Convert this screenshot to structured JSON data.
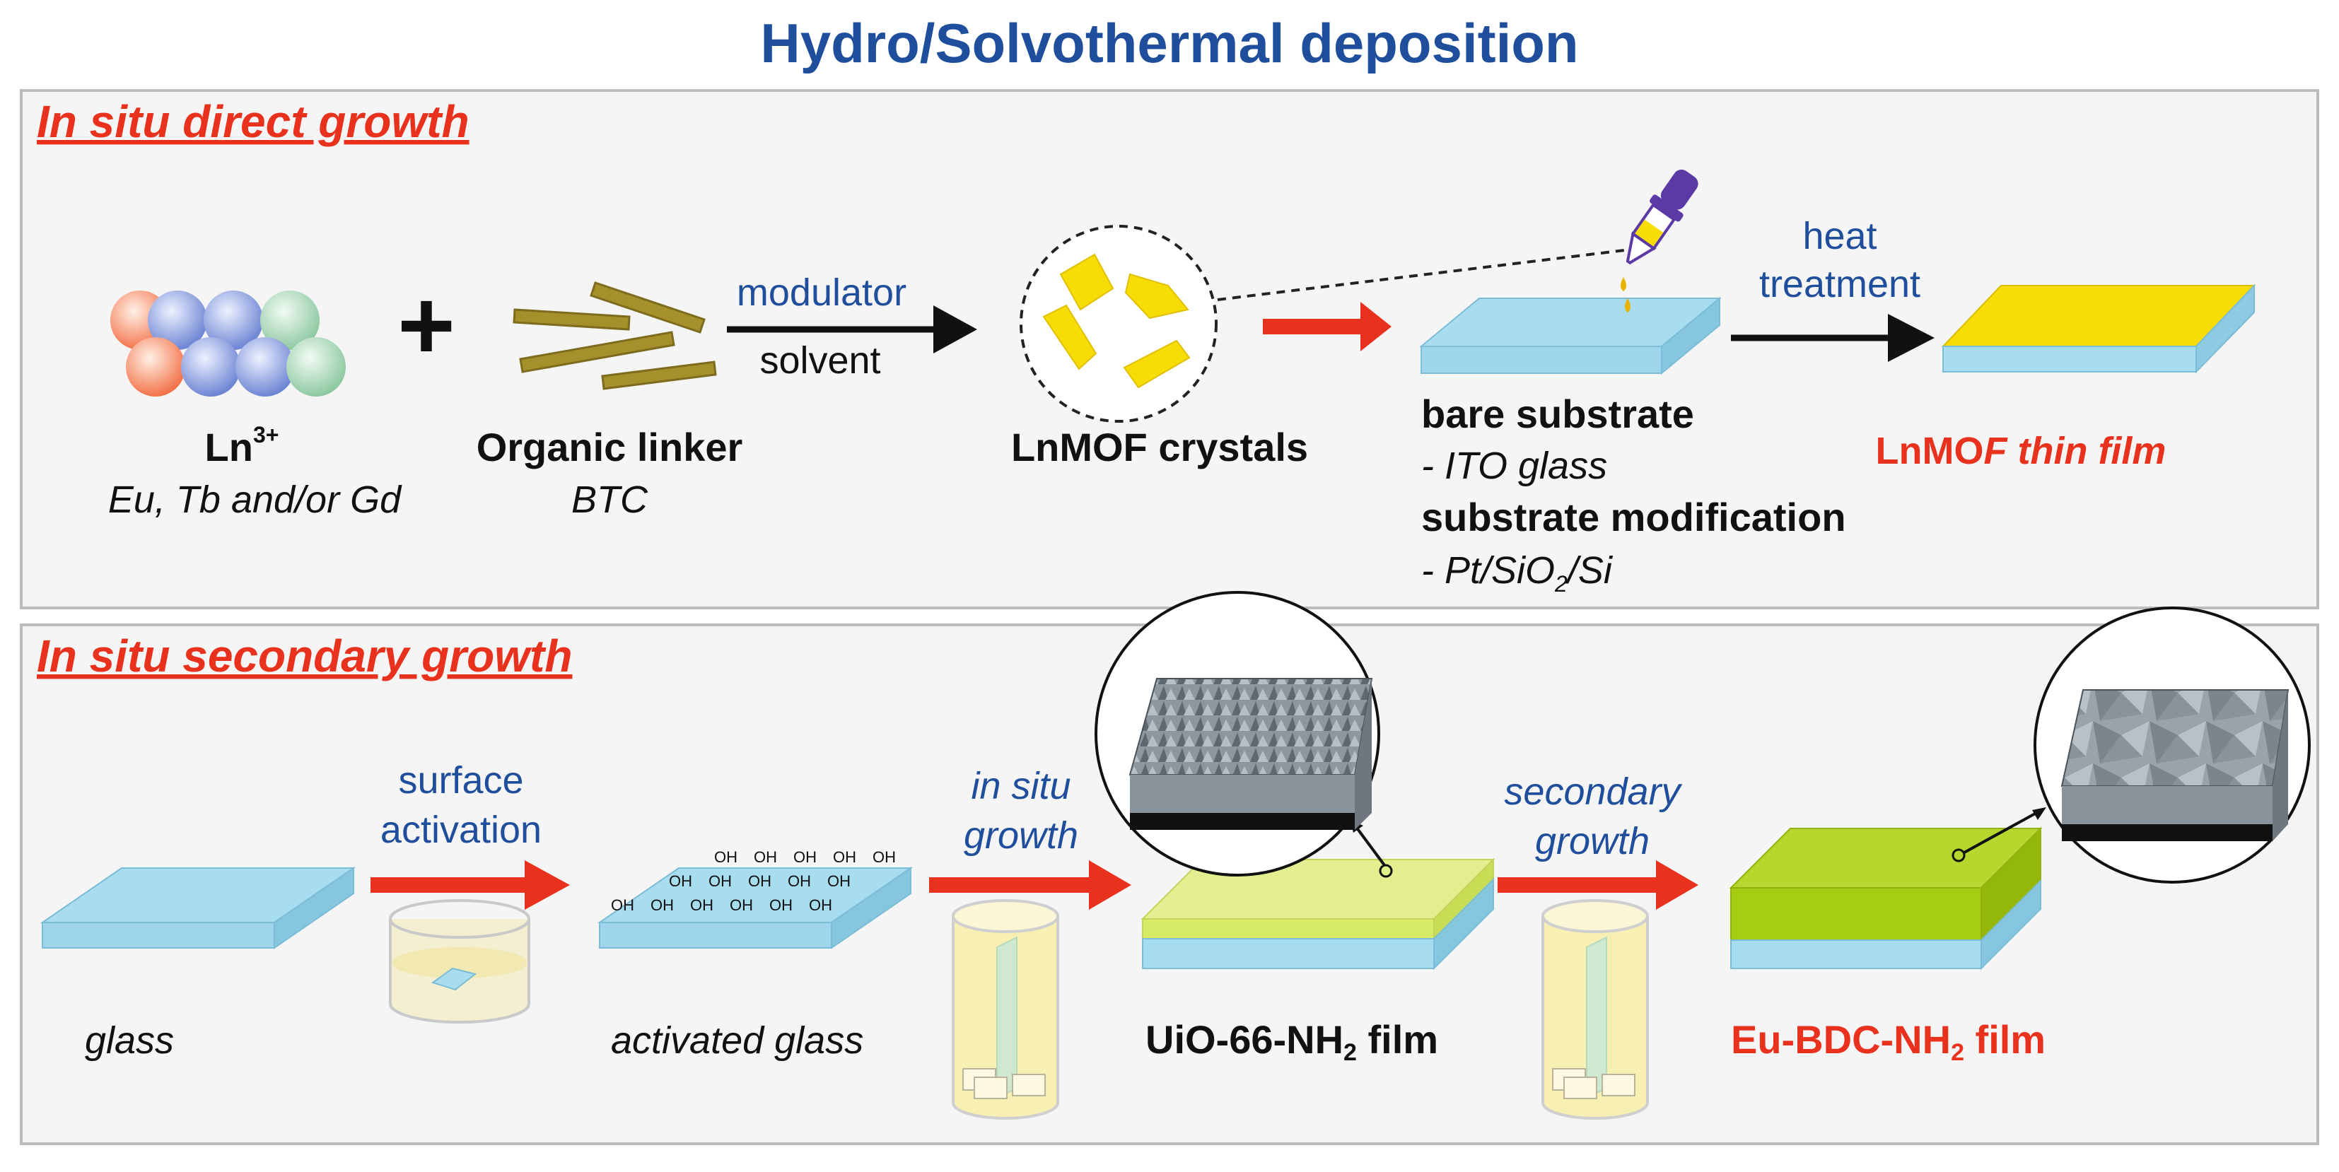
{
  "title": "Hydro/Solvothermal deposition",
  "colors": {
    "title_blue": "#1f4f9c",
    "accent_red": "#e8321e",
    "glass_blue": "#a8dcef",
    "film_yellow": "#f8dc05",
    "film_green": "#a6cd12",
    "film_lightgreen": "#d7eb66",
    "linker_olive": "#a5912c",
    "panel_bg": "#f5f5f5"
  },
  "panel1": {
    "heading": "In situ direct growth",
    "ln": {
      "symbol": "Ln",
      "charge": "3+",
      "elements": "Eu, Tb and/or Gd"
    },
    "plus": "+",
    "linker": {
      "label": "Organic linker",
      "name": "BTC"
    },
    "arrow1": {
      "top": "modulator",
      "bottom": "solvent"
    },
    "crystals_label": "LnMOF crystals",
    "substrate": {
      "bare": "bare substrate",
      "bare_item": "- ITO glass",
      "modification": "substrate modification",
      "mod_item_a": "- Pt/SiO",
      "mod_item_sub": "2",
      "mod_item_b": "/Si"
    },
    "heat": {
      "line1": "heat",
      "line2": "treatment"
    },
    "film_label_a": "LnMO",
    "film_label_b": "F thin film"
  },
  "panel2": {
    "heading": "In situ secondary growth",
    "glass_label": "glass",
    "arrow1": {
      "line1": "surface",
      "line2": "activation"
    },
    "activated_label": "activated glass",
    "oh": "OH",
    "arrow2": {
      "line1": "in situ",
      "line2": "growth"
    },
    "uio_a": "UiO-66-NH",
    "uio_sub": "2",
    "uio_b": " film",
    "arrow3": {
      "line1": "secondary",
      "line2": "growth"
    },
    "eu_a": "Eu-BDC-NH",
    "eu_sub": "2",
    "eu_b": " film"
  }
}
